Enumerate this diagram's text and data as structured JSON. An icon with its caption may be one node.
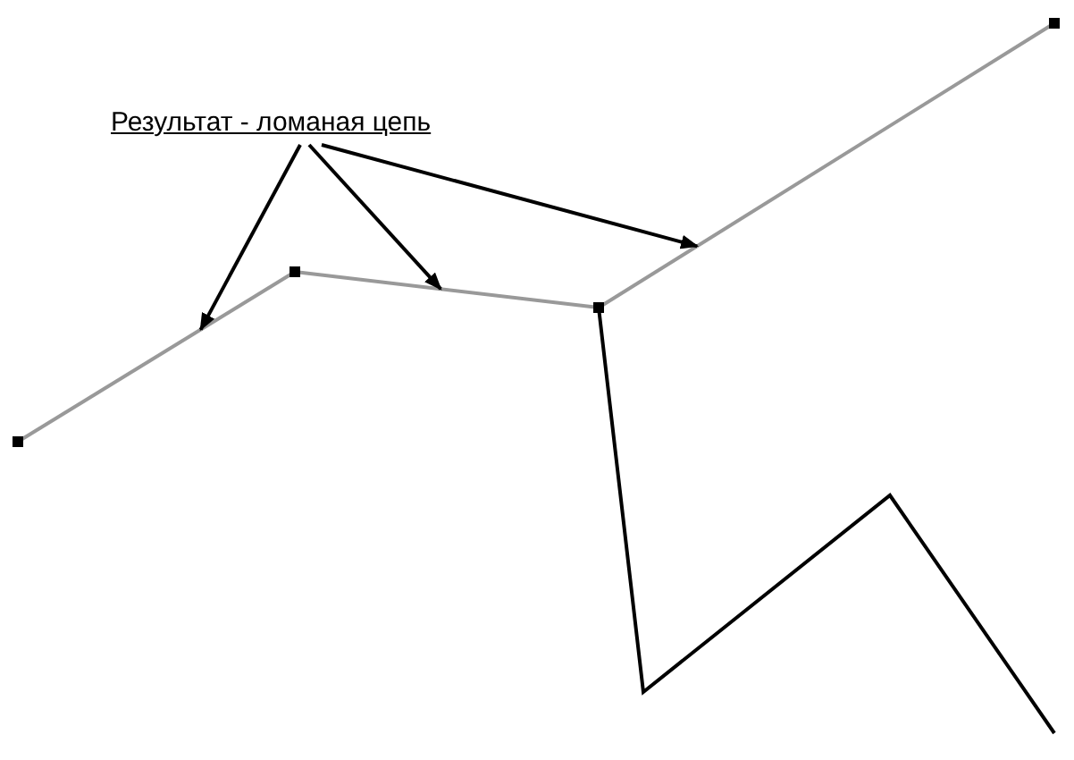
{
  "diagram": {
    "nodes": [
      {
        "text": [
          "Результат - ломаная цепь"
        ]
      },
      {
        "text": [],
        "shape": "line"
      },
      {
        "text": [],
        "shape": "line"
      },
      {
        "text": [],
        "shape": "line"
      }
    ],
    "edges": [
      {
        "from": 0,
        "to": 1,
        "arrow": "to"
      },
      {
        "from": 0,
        "to": 2,
        "arrow": "to"
      },
      {
        "from": 0,
        "to": 3,
        "arrow": "to"
      }
    ]
  }
}
